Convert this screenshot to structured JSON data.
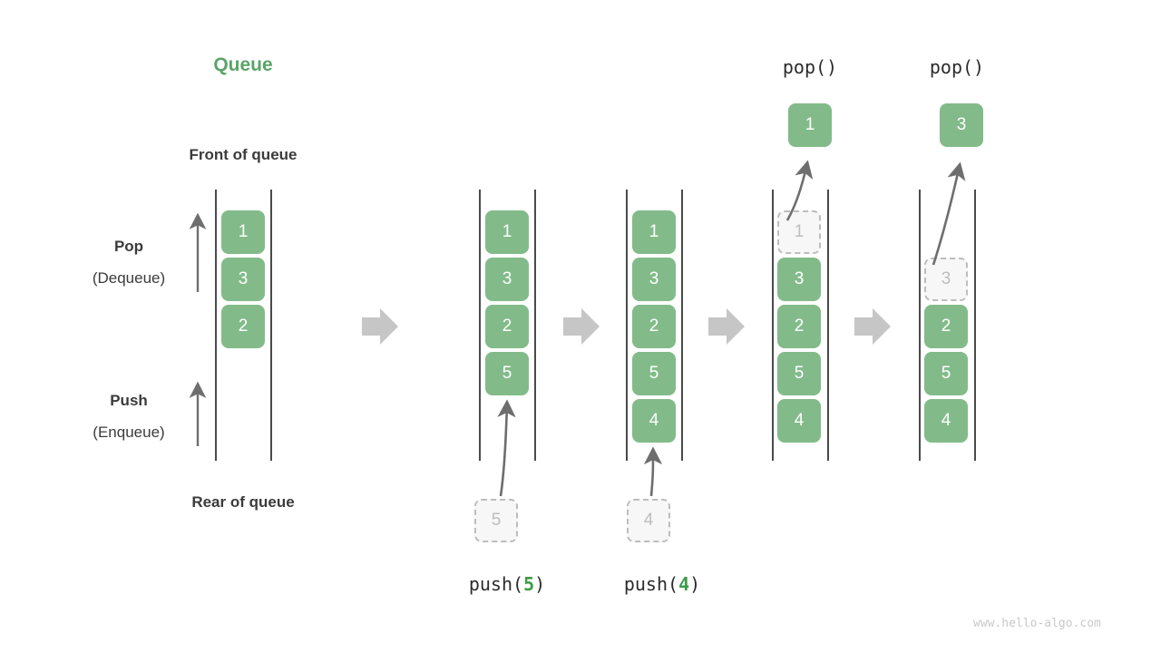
{
  "title": "Queue",
  "labels": {
    "front_of_queue": "Front of queue",
    "rear_of_queue": "Rear of queue",
    "pop": "Pop",
    "pop_alt": "(Dequeue)",
    "push": "Push",
    "push_alt": "(Enqueue)"
  },
  "colors": {
    "accent_green": "#5aa469",
    "cell_green": "#82bb89",
    "ghost_border": "#bdbdbd",
    "ghost_fill": "#f7f7f7",
    "rail": "#4a4a4a",
    "arrow_gray": "#6e6e6e",
    "block_arrow": "#c6c6c6",
    "text_dark": "#3b3b3b",
    "watermark": "#c9c9c9"
  },
  "watermark": "www.hello-algo.com",
  "stages": [
    {
      "id": "stage-initial",
      "op_label": null,
      "cells": [
        "1",
        "3",
        "2"
      ],
      "ghost_index": null,
      "incoming": null,
      "caption": null,
      "popped": null
    },
    {
      "id": "stage-push-5",
      "op_label": null,
      "cells": [
        "1",
        "3",
        "2",
        "5"
      ],
      "ghost_index": null,
      "incoming": "5",
      "caption": {
        "prefix": "push(",
        "value": "5",
        "suffix": ")"
      },
      "popped": null
    },
    {
      "id": "stage-push-4",
      "op_label": null,
      "cells": [
        "1",
        "3",
        "2",
        "5",
        "4"
      ],
      "ghost_index": null,
      "incoming": "4",
      "caption": {
        "prefix": "push(",
        "value": "4",
        "suffix": ")"
      },
      "popped": null
    },
    {
      "id": "stage-pop-1",
      "op_label": "pop()",
      "cells": [
        "1",
        "3",
        "2",
        "5",
        "4"
      ],
      "ghost_index": 0,
      "incoming": null,
      "caption": null,
      "popped": "1"
    },
    {
      "id": "stage-pop-3",
      "op_label": "pop()",
      "cells": [
        "",
        "3",
        "2",
        "5",
        "4"
      ],
      "ghost_index": 1,
      "incoming": null,
      "caption": null,
      "popped": "3"
    }
  ],
  "flow_arrows": [
    {
      "name": "flow-arrow-1"
    },
    {
      "name": "flow-arrow-2"
    },
    {
      "name": "flow-arrow-3"
    },
    {
      "name": "flow-arrow-4"
    }
  ]
}
